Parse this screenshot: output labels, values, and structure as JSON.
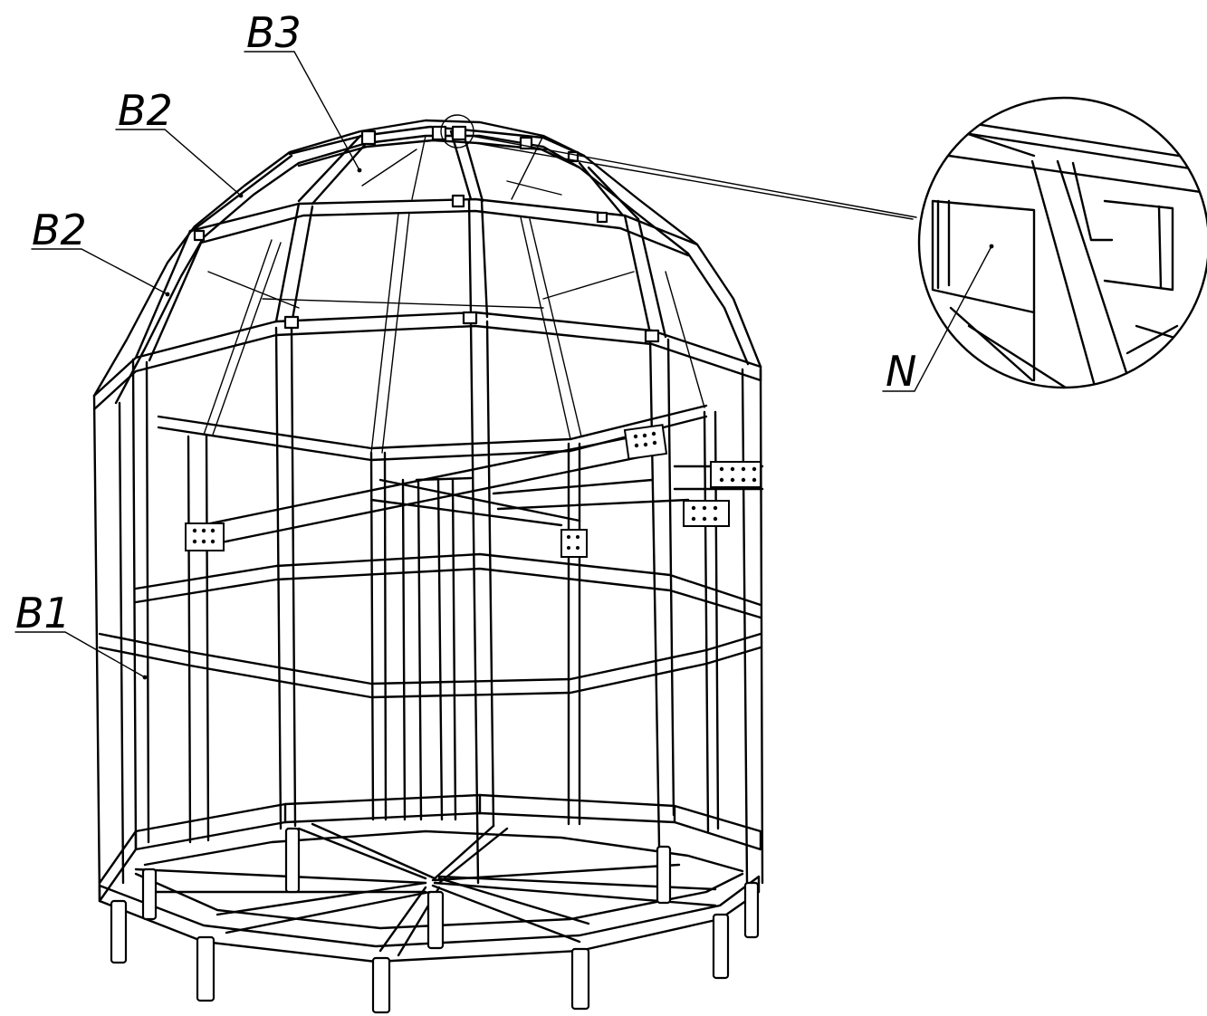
{
  "labels": {
    "b3": "B3",
    "b2_upper": "B2",
    "b2_lower": "B2",
    "b1": "B1",
    "n": "N"
  },
  "detail": {
    "name": "N"
  },
  "colors": {
    "line": "#000000",
    "background": "#ffffff"
  }
}
